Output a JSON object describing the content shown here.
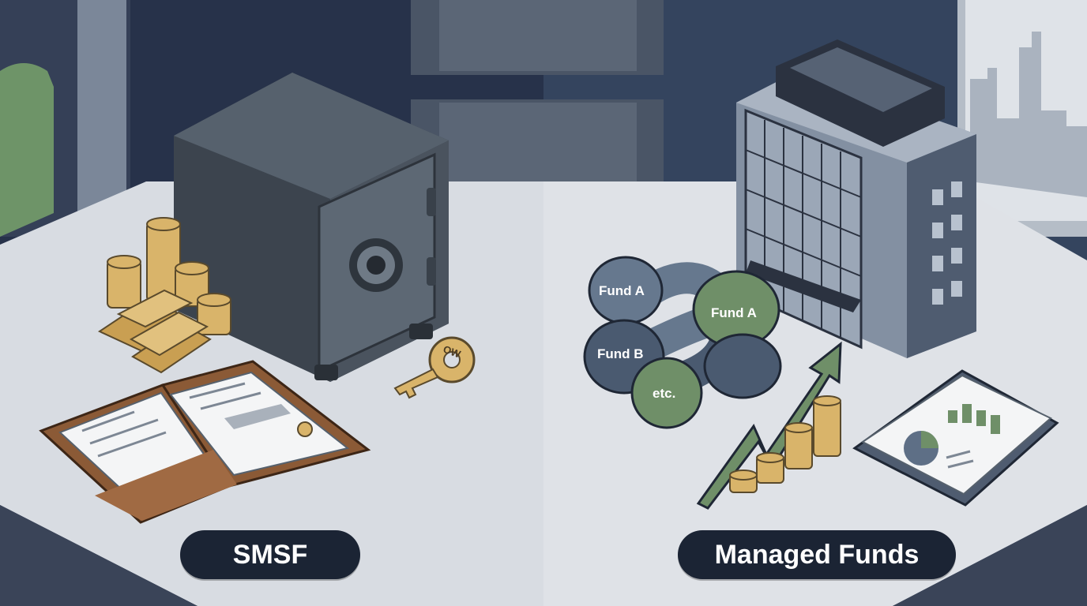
{
  "labels": {
    "left": "SMSF",
    "right": "Managed Funds"
  },
  "fund_bubbles": [
    "Fund A",
    "Fund A",
    "Fund B",
    "etc."
  ],
  "key_tag": "OW",
  "colors": {
    "background_dark": "#243044",
    "desk": "#d9dde3",
    "pill": "#1b2434",
    "gold": "#d9b46a",
    "green": "#6f8f68",
    "slate": "#5e6f86"
  }
}
